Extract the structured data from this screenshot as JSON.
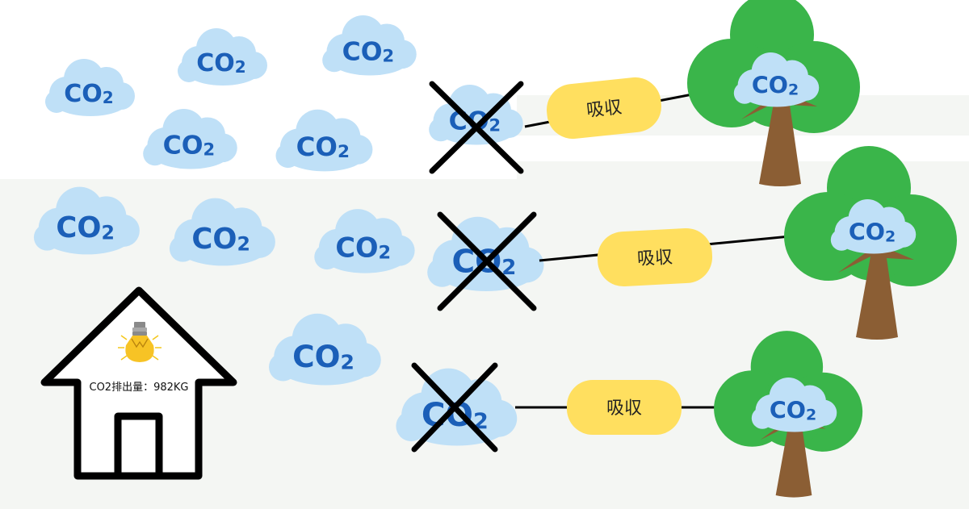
{
  "co2_label": "CO",
  "co2_subscript": "2",
  "absorb_label": "吸収",
  "emission_text": "CO2排出量：982KG",
  "colors": {
    "cloud": "#bfe0f7",
    "co2_text": "#1b5fb8",
    "label_bg": "#ffdf5f",
    "tree_leaves": "#3ab54a",
    "tree_trunk": "#8b5e34",
    "band": "#f4f6f3"
  },
  "icons": [
    "cloud-icon",
    "tree-icon",
    "house-icon",
    "light-bulb-icon",
    "cross-icon",
    "arrow-icon"
  ]
}
